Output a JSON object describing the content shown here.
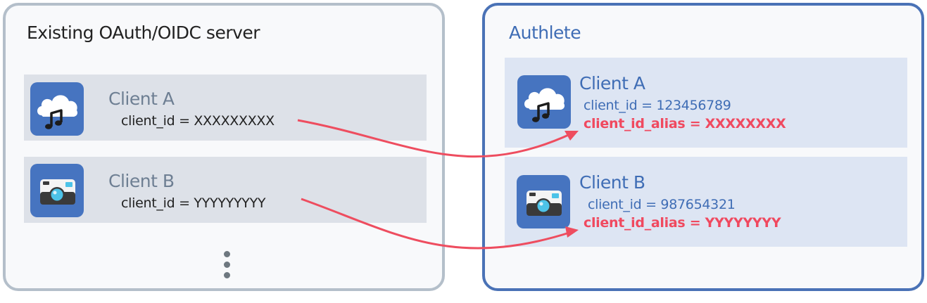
{
  "left_panel": {
    "title": "Existing OAuth/OIDC server",
    "clients": [
      {
        "name": "Client A",
        "id_label": "client_id = XXXXXXXXX",
        "icon": "cloud-music-icon"
      },
      {
        "name": "Client B",
        "id_label": "client_id = YYYYYYYYY",
        "icon": "camera-icon"
      }
    ],
    "more_indicator": "vertical-ellipsis"
  },
  "right_panel": {
    "title": "Authlete",
    "clients": [
      {
        "name": "Client A",
        "id_label": "client_id = 123456789",
        "alias_label": "client_id_alias = XXXXXXXX",
        "icon": "cloud-music-icon"
      },
      {
        "name": "Client B",
        "id_label": "client_id = 987654321",
        "alias_label": "client_id_alias = YYYYYYYY",
        "icon": "camera-icon"
      }
    ]
  },
  "colors": {
    "left_border": "#b4bfca",
    "right_border": "#4a72b6",
    "left_row_bg": "#dde1e8",
    "right_row_bg": "#dde5f3",
    "icon_bg": "#4674c0",
    "accent_blue": "#3f6db5",
    "alias_red": "#f0495f",
    "arrow": "#ee4d5f"
  }
}
